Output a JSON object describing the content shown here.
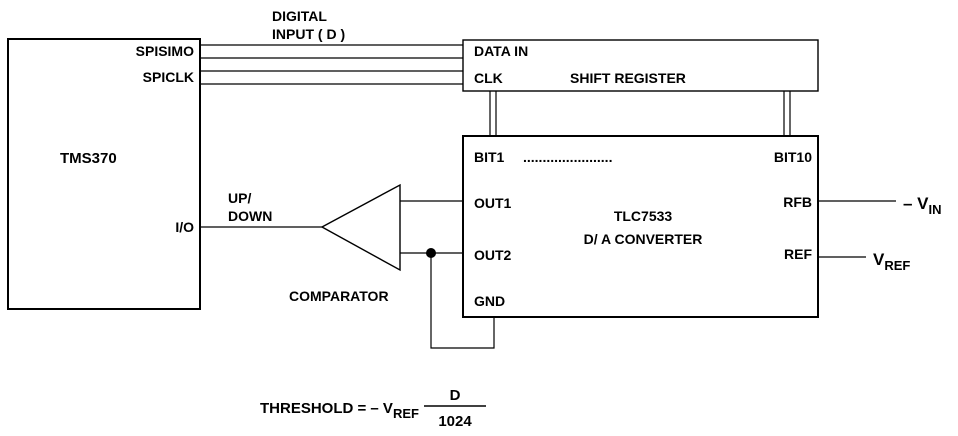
{
  "mcu": {
    "name": "TMS370",
    "pin_simo": "SPISIMO",
    "pin_clk": "SPICLK",
    "pin_io": "I/O"
  },
  "digital_input": {
    "line1": "DIGITAL",
    "line2": "INPUT ( D )"
  },
  "shift_register": {
    "pin_data": "DATA IN",
    "pin_clk": "CLK",
    "name": "SHIFT REGISTER"
  },
  "dac": {
    "bits_left": "BIT1",
    "bits_dots": ".......................",
    "bits_right": "BIT10",
    "out1": "OUT1",
    "out2": "OUT2",
    "gnd": "GND",
    "rfb": "RFB",
    "ref": "REF",
    "name1": "TLC7533",
    "name2": "D/ A CONVERTER"
  },
  "comparator": {
    "label": "COMPARATOR",
    "updown1": "UP/",
    "updown2": "DOWN"
  },
  "inputs": {
    "vin_prefix": "– V",
    "vin_sub": "IN",
    "vref_prefix": "V",
    "vref_sub": "REF"
  },
  "formula": {
    "lhs": "THRESHOLD = – V",
    "lhs_sub": "REF",
    "numerator": "D",
    "denominator": "1024"
  }
}
